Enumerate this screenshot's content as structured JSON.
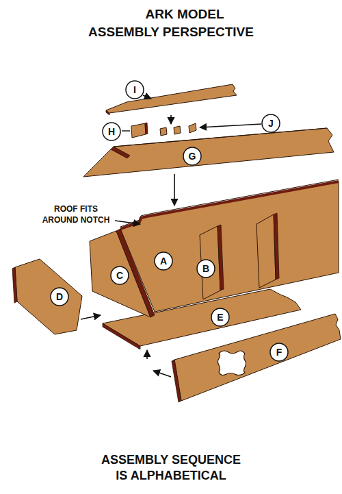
{
  "diagram": {
    "title": "ARK MODEL ASSEMBLY PERSPECTIVE",
    "caption": "ASSEMBLY SEQUENCE IS ALPHABETICAL",
    "nodes": [
      {
        "text": [
          "I"
        ]
      },
      {
        "text": [
          "J"
        ]
      },
      {
        "text": [
          "H"
        ]
      },
      {
        "text": [
          "G"
        ]
      },
      {
        "text": [
          "A"
        ]
      },
      {
        "text": [
          "B"
        ]
      },
      {
        "text": [
          "C"
        ]
      },
      {
        "text": [
          "D"
        ]
      },
      {
        "text": [
          "E"
        ]
      },
      {
        "text": [
          "F"
        ]
      }
    ],
    "labels": [
      "ROOF FITS AROUND NOTCH"
    ]
  }
}
